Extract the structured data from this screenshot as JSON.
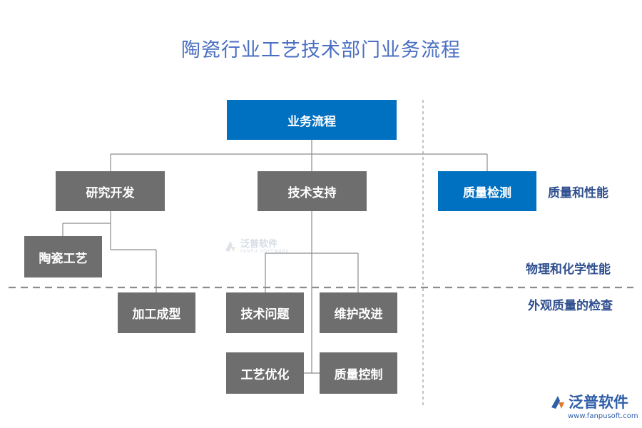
{
  "title": "陶瓷行业工艺技术部门业务流程",
  "boxes": {
    "root": "业务流程",
    "rnd": "研究开发",
    "tech_support": "技术支持",
    "quality_test": "质量检测",
    "ceramic_craft": "陶瓷工艺",
    "processing": "加工成型",
    "tech_issue": "技术问题",
    "maintenance": "维护改进",
    "process_opt": "工艺优化",
    "quality_ctrl": "质量控制"
  },
  "side_labels": {
    "quality_performance": "质量和性能",
    "phys_chem": "物理和化学性能",
    "appearance_check": "外观质量的检查"
  },
  "watermark": {
    "text": "泛普软件",
    "sub": "FANPU SOFTWARE"
  },
  "logo": {
    "text": "泛普软件",
    "url": "www.fanpusoft.com"
  },
  "colors": {
    "title": "#4a6fc2",
    "blue_box": "#0070c0",
    "gray_box": "#6e6e6e",
    "side_label": "#2f4f8f"
  }
}
